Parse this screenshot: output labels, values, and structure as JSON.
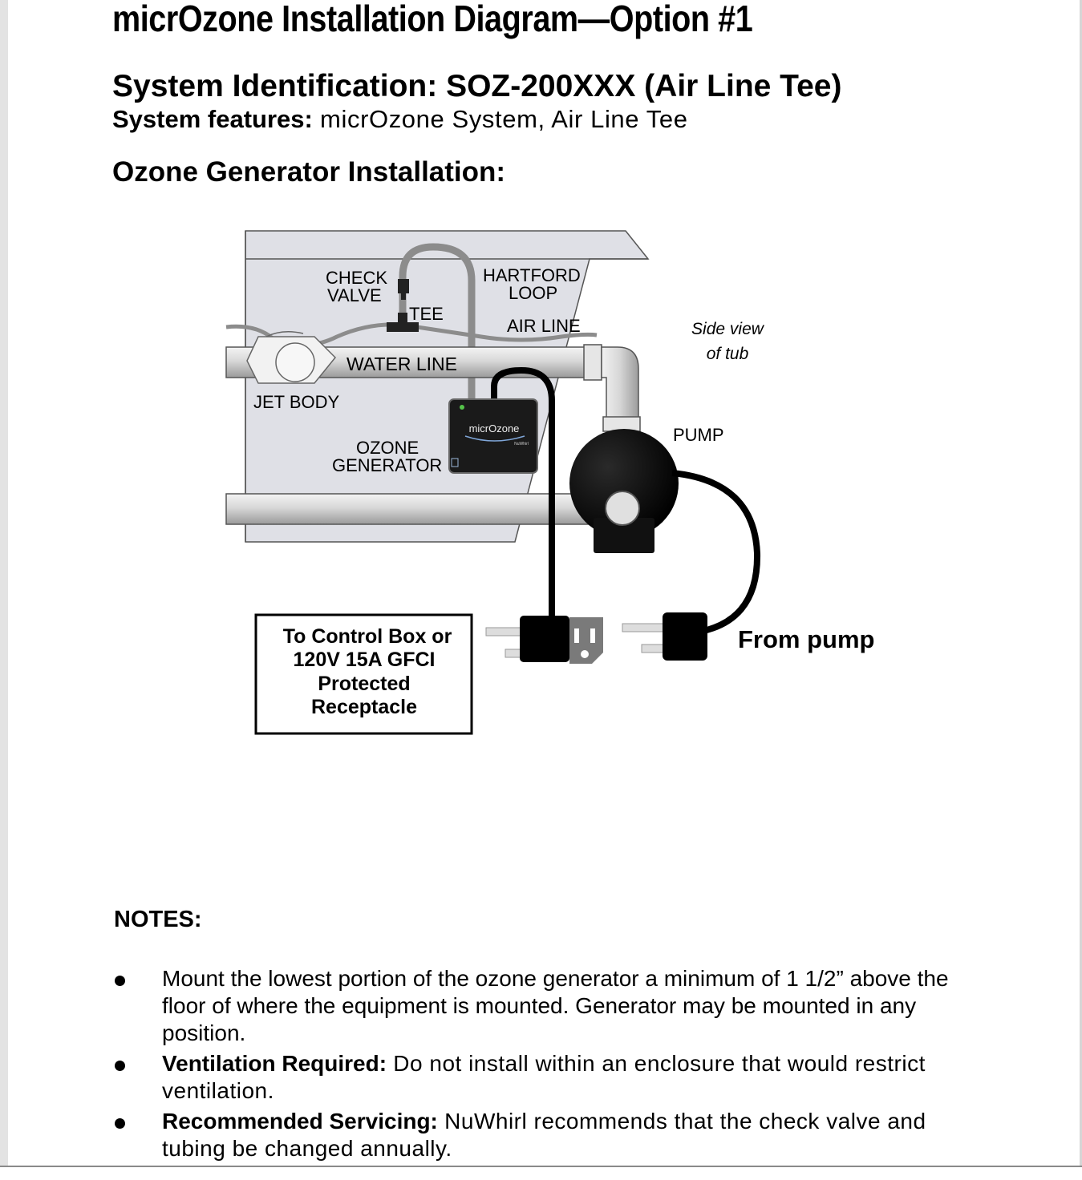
{
  "header": {
    "title": "micrOzone Installation Diagram—Option #1",
    "system_identification": "System Identification: SOZ-200XXX (Air Line Tee)",
    "system_features_label": "System features:",
    "system_features_value": " micrOzone System, Air Line Tee",
    "section_heading": "Ozone Generator Installation:"
  },
  "diagram": {
    "labels": {
      "check_valve_1": "CHECK",
      "check_valve_2": "VALVE",
      "tee": "TEE",
      "hartford_loop_1": "HARTFORD",
      "hartford_loop_2": "LOOP",
      "air_line": "AIR LINE",
      "water_line": "WATER LINE",
      "jet_body": "JET BODY",
      "ozone_generator_1": "OZONE",
      "ozone_generator_2": "GENERATOR",
      "side_view_1": "Side view",
      "side_view_2": "of tub",
      "pump": "PUMP",
      "from_pump": "From pump",
      "device_brand": "micrOzone",
      "device_sub": "NuWhirl"
    },
    "control_box": {
      "line1": "To Control Box or",
      "line2": "120V 15A GFCI",
      "line3": "Protected",
      "line4": "Receptacle"
    },
    "colors": {
      "tub": "#dfe0e6",
      "pipe": "#d5d5d5",
      "air_line": "#8c8c8c",
      "cord": "#000000"
    }
  },
  "notes": {
    "heading": "NOTES:",
    "items": [
      {
        "bold": "",
        "text": "Mount the lowest portion of the ozone generator a minimum of 1 1/2” above the floor of where the equipment is mounted. Generator may be mounted in any position."
      },
      {
        "bold": "Ventilation Required:",
        "text": " Do not install within an enclosure that would restrict ventilation."
      },
      {
        "bold": "Recommended Servicing:",
        "text": " NuWhirl recommends that the check valve and tubing be changed annually."
      }
    ]
  }
}
